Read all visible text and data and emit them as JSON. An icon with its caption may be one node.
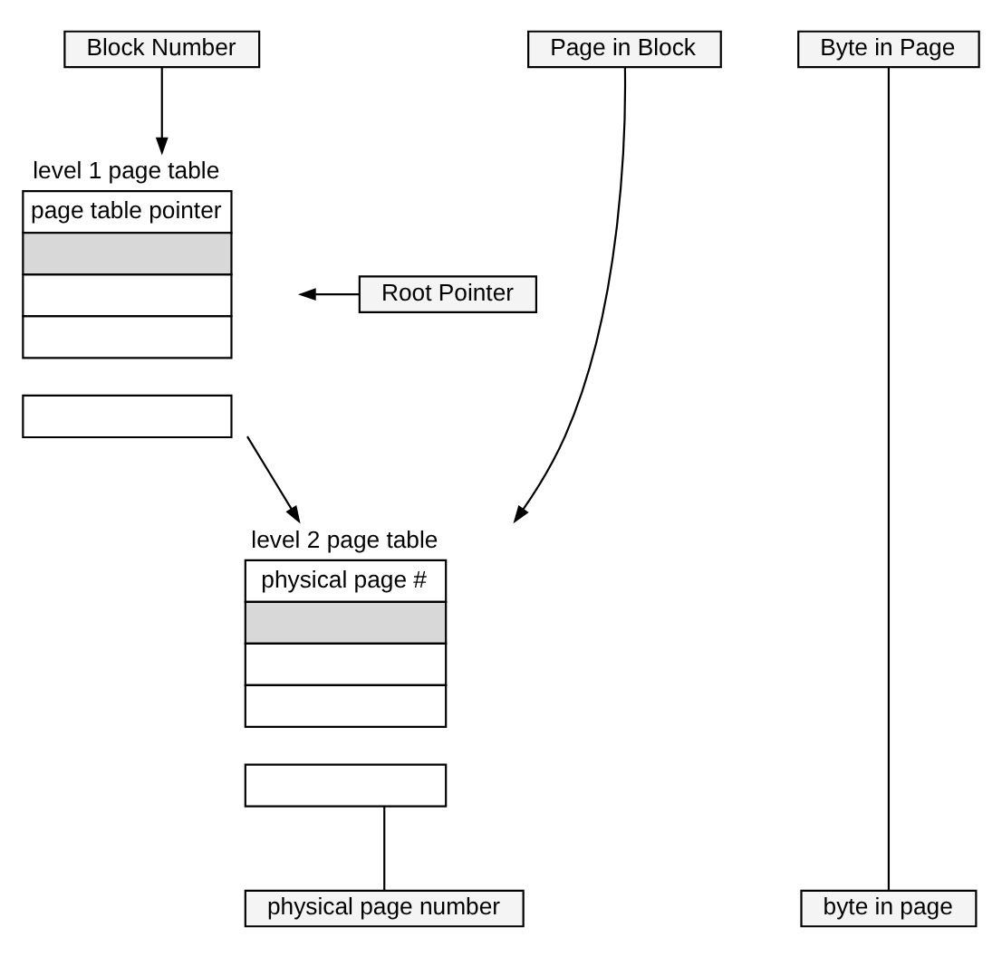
{
  "diagram": {
    "nodes": [
      {
        "text": [
          "Block Number"
        ]
      },
      {
        "text": [
          "Page in Block"
        ]
      },
      {
        "text": [
          "Byte in Page"
        ]
      },
      {
        "text": [
          "Root Pointer"
        ]
      },
      {
        "text": [
          "level 1 page table",
          "page table pointer"
        ]
      },
      {
        "text": [
          "level 2 page table",
          "physical page #"
        ]
      },
      {
        "text": [
          "physical page number"
        ]
      },
      {
        "text": [
          "byte in page"
        ]
      }
    ],
    "edges": [
      {
        "from": 0,
        "to": 4,
        "arrow": "to"
      },
      {
        "from": 3,
        "to": 4,
        "arrow": "to"
      },
      {
        "from": 4,
        "to": 5,
        "arrow": "to"
      },
      {
        "from": 1,
        "to": 5,
        "arrow": "to"
      },
      {
        "from": 5,
        "to": 6,
        "arrow": "none"
      },
      {
        "from": 2,
        "to": 7,
        "arrow": "none"
      }
    ]
  }
}
